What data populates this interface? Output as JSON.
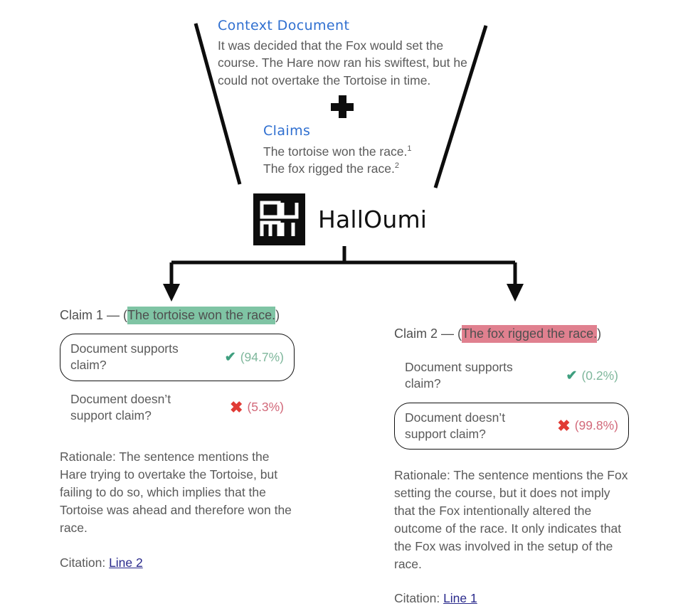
{
  "diagram": {
    "context": {
      "title": "Context Document",
      "body": "It was decided that the Fox would set the course. The Hare now ran his swiftest, but he could not overtake the Tortoise in time."
    },
    "operator": "+",
    "claims": {
      "title": "Claims",
      "items": [
        {
          "text": "The tortoise won the race.",
          "superscript": "1"
        },
        {
          "text": "The fox rigged the race.",
          "superscript": "2"
        }
      ]
    },
    "model": {
      "name": "HallOumi",
      "logo_letters": "OU MI"
    },
    "columns": [
      {
        "header_prefix": "Claim 1 — (",
        "header_claim": "The tortoise won the race.",
        "header_suffix": ")",
        "highlight_color": "#7fc4a4",
        "rows": [
          {
            "question": "Document supports claim?",
            "mark": "✔",
            "percent": "(94.7%)",
            "selected": true,
            "tone": "green"
          },
          {
            "question": "Document doesn’t support claim?",
            "mark": "✖",
            "percent": "(5.3%)",
            "selected": false,
            "tone": "red"
          }
        ],
        "rationale": "Rationale: The sentence mentions the Hare trying to overtake the Tortoise, but failing to do so, which implies that the Tortoise was ahead and therefore won the race.",
        "citation_label": "Citation: ",
        "citation_link": "Line 2"
      },
      {
        "header_prefix": "Claim 2 — (",
        "header_claim": "The fox rigged the race.",
        "header_suffix": ")",
        "highlight_color": "#e0808f",
        "rows": [
          {
            "question": "Document supports claim?",
            "mark": "✔",
            "percent": "(0.2%)",
            "selected": false,
            "tone": "green"
          },
          {
            "question": "Document doesn’t support claim?",
            "mark": "✖",
            "percent": "(99.8%)",
            "selected": true,
            "tone": "red"
          }
        ],
        "rationale": "Rationale: The sentence mentions the Fox setting the course, but it does not imply that the Fox intentionally altered the outcome of the race. It only indicates that the Fox was involved in the setup of the race.",
        "citation_label": "Citation: ",
        "citation_link": "Line 1"
      }
    ]
  }
}
